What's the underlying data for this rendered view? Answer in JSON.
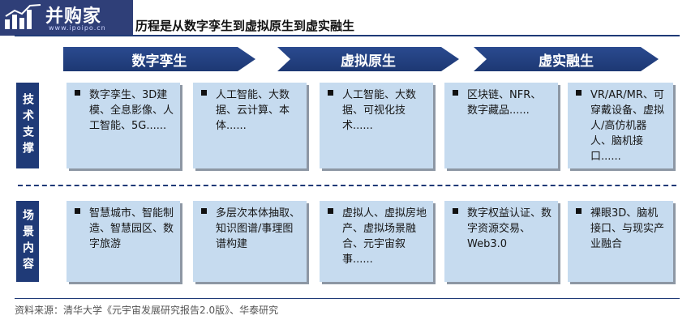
{
  "logo": {
    "name": "并购家",
    "url": "www.ipoipo.cn"
  },
  "title": "历程是从数字孪生到虚拟原生到虚实融生",
  "stages": [
    "数字孪生",
    "虚拟原生",
    "虚实融生"
  ],
  "rows": [
    {
      "label": "技术支撑",
      "cells": [
        "数字孪生、3D建模、全息影像、人工智能、5G......",
        "人工智能、大数据、云计算、本体......",
        "人工智能、大数据、可视化技术......",
        "区块链、NFR、数字藏品......",
        "VR/AR/MR、可穿戴设备、虚拟人/高仿机器人、脑机接口......"
      ]
    },
    {
      "label": "场景内容",
      "cells": [
        "智慧城市、智能制造、智慧园区、数字旅游",
        "多层次本体抽取、知识图谱/事理图谱构建",
        "虚拟人、虚拟房地产、虚拟场景融合、元宇宙叙事......",
        "数字权益认证、数字资源交易、Web3.0",
        "裸眼3D、脑机接口、与现实产业融合"
      ]
    }
  ],
  "source": "资料来源：清华大学《元宇宙发展研究报告2.0版》、华泰研究"
}
